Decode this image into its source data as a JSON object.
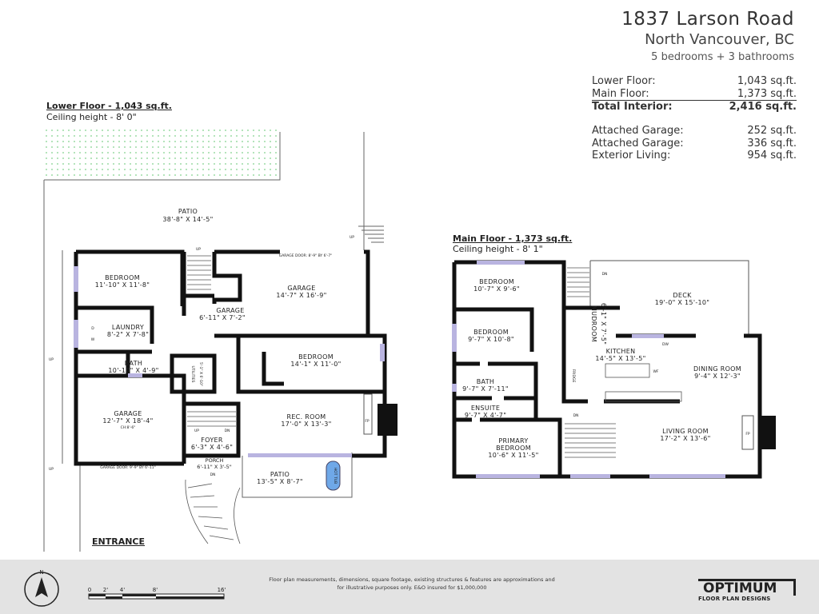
{
  "header": {
    "address": "1837 Larson Road",
    "city": "North Vancouver, BC",
    "summary": "5 bedrooms + 3 bathrooms"
  },
  "stats": [
    {
      "label": "Lower Floor:",
      "value": "1,043 sq.ft."
    },
    {
      "label": "Main Floor:",
      "value": "1,373 sq.ft."
    },
    {
      "label": "Total Interior:",
      "value": "2,416 sq.ft."
    },
    {
      "label": "Attached Garage:",
      "value": "252 sq.ft."
    },
    {
      "label": "Attached Garage:",
      "value": "336 sq.ft."
    },
    {
      "label": "Exterior Living:",
      "value": "954 sq.ft."
    }
  ],
  "lower": {
    "title": "Lower Floor - 1,043 sq.ft.",
    "ceiling": "Ceiling height - 8' 0\"",
    "rooms": [
      {
        "name": "PATIO",
        "dim": "38'-8\" X 14'-5\""
      },
      {
        "name": "BEDROOM",
        "dim": "11'-10\" X 11'-8\""
      },
      {
        "name": "GARAGE",
        "dim": "14'-7\" X 16'-9\""
      },
      {
        "name": "GARAGE",
        "dim": "6'-11\" X 7'-2\""
      },
      {
        "name": "LAUNDRY",
        "dim": "8'-2\" X 7'-8\""
      },
      {
        "name": "BATH",
        "dim": "10'-10\" X 4'-9\""
      },
      {
        "name": "UTILITIES",
        "dim": "5'-1\" X 6'-10\""
      },
      {
        "name": "BEDROOM",
        "dim": "14'-1\" X 11'-0\""
      },
      {
        "name": "GARAGE",
        "dim": "12'-7\" X 18'-4\""
      },
      {
        "name": "REC. ROOM",
        "dim": "17'-0\" X 13'-3\""
      },
      {
        "name": "FOYER",
        "dim": "6'-3\" X 4'-6\""
      },
      {
        "name": "PORCH",
        "dim": "6'-11\" X 3'-5\""
      },
      {
        "name": "PATIO",
        "dim": "13'-5\" X 8'-7\""
      }
    ],
    "garage_door_1": "GARAGE DOOR: 8'-9\" BY 6'-7\"",
    "garage_door_2": "GARAGE DOOR: 9'-9\" BY 6'-11\"",
    "ceiling_note": "CH:8'-6\"",
    "hot_tub": "HOT TUB",
    "entrance": "ENTRANCE",
    "up": "UP",
    "dn": "DN",
    "d": "D",
    "w": "W",
    "fp": "FP"
  },
  "main": {
    "title": "Main Floor - 1,373 sq.ft.",
    "ceiling": "Ceiling height - 8' 1\"",
    "rooms": [
      {
        "name": "BEDROOM",
        "dim": "10'-7\" X 9'-6\""
      },
      {
        "name": "BEDROOM",
        "dim": "9'-7\" X 10'-8\""
      },
      {
        "name": "BATH",
        "dim": "9'-7\" X 7'-11\""
      },
      {
        "name": "ENSUITE",
        "dim": "9'-7\" X 4'-7\""
      },
      {
        "name": "PRIMARY",
        "name2": "BEDROOM",
        "dim": "10'-6\" X 11'-5\""
      },
      {
        "name": "MUDROOM",
        "dim": "6'-1\" X 7'-5\""
      },
      {
        "name": "KITCHEN",
        "dim": "14'-5\" X 13'-5\""
      },
      {
        "name": "DECK",
        "dim": "19'-0\" X 15'-10\""
      },
      {
        "name": "DINING ROOM",
        "dim": "9'-4\" X 12'-3\""
      },
      {
        "name": "LIVING ROOM",
        "dim": "17'-2\" X 13'-6\""
      }
    ],
    "fridge": "FRIDGE",
    "dw": "DW",
    "wf": "WF",
    "dn": "DN",
    "fp": "FP"
  },
  "footer": {
    "disclaimer_1": "Floor plan measurements, dimensions, square footage, existing structures & features are approximations and",
    "disclaimer_2": "for illustrative purposes only.  E&O insured for $1,000,000",
    "compass": "N",
    "scale": [
      "0",
      "2'",
      "4'",
      "8'",
      "16'"
    ],
    "logo_top": "OPTIMUM",
    "logo_bottom": "FLOOR PLAN DESIGNS"
  },
  "colors": {
    "wall": "#111111",
    "window": "#b9b4e0",
    "lawn": "#7fd18a",
    "footer": "#e3e3e3",
    "hot_tub": "#6fa8e8"
  }
}
